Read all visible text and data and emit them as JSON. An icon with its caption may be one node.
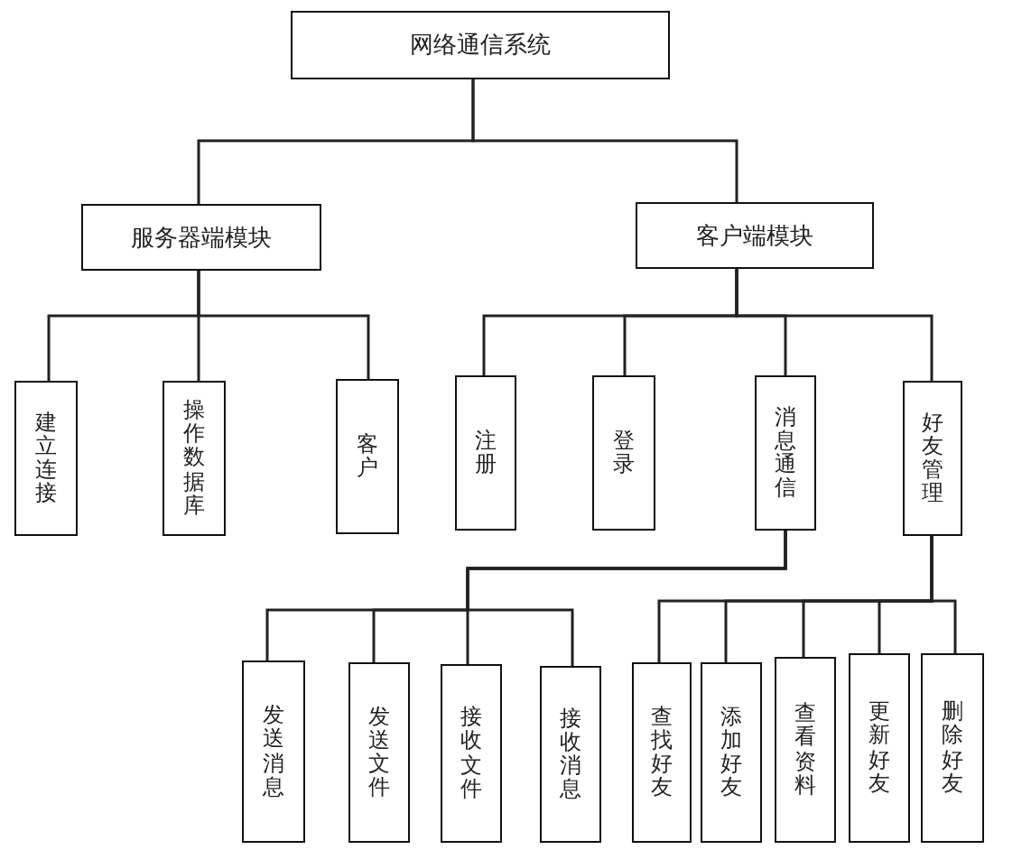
{
  "diagram": {
    "nodes": [
      {
        "text": [
          "网络通信系统"
        ]
      },
      {
        "text": [
          "服务器端模块"
        ]
      },
      {
        "text": [
          "客户端模块"
        ]
      },
      {
        "text": [
          "建立连接"
        ]
      },
      {
        "text": [
          "操作数据库"
        ]
      },
      {
        "text": [
          "客户"
        ]
      },
      {
        "text": [
          "注册"
        ]
      },
      {
        "text": [
          "登录"
        ]
      },
      {
        "text": [
          "消息通信"
        ]
      },
      {
        "text": [
          "好友管理"
        ]
      },
      {
        "text": [
          "发送消息"
        ]
      },
      {
        "text": [
          "发送文件"
        ]
      },
      {
        "text": [
          "接收文件"
        ]
      },
      {
        "text": [
          "接收消息"
        ]
      },
      {
        "text": [
          "查找好友"
        ]
      },
      {
        "text": [
          "添加好友"
        ]
      },
      {
        "text": [
          "查看资料"
        ]
      },
      {
        "text": [
          "更新好友"
        ]
      },
      {
        "text": [
          "删除好友"
        ]
      }
    ],
    "edges": [
      {
        "from": 0,
        "to": 1,
        "arrow": "none"
      },
      {
        "from": 0,
        "to": 2,
        "arrow": "none"
      },
      {
        "from": 1,
        "to": 3,
        "arrow": "none"
      },
      {
        "from": 1,
        "to": 4,
        "arrow": "none"
      },
      {
        "from": 1,
        "to": 5,
        "arrow": "none"
      },
      {
        "from": 2,
        "to": 6,
        "arrow": "none"
      },
      {
        "from": 2,
        "to": 7,
        "arrow": "none"
      },
      {
        "from": 2,
        "to": 8,
        "arrow": "none"
      },
      {
        "from": 2,
        "to": 9,
        "arrow": "none"
      },
      {
        "from": 8,
        "to": 10,
        "arrow": "none"
      },
      {
        "from": 8,
        "to": 11,
        "arrow": "none"
      },
      {
        "from": 8,
        "to": 12,
        "arrow": "none"
      },
      {
        "from": 8,
        "to": 13,
        "arrow": "none"
      },
      {
        "from": 9,
        "to": 14,
        "arrow": "none"
      },
      {
        "from": 9,
        "to": 15,
        "arrow": "none"
      },
      {
        "from": 9,
        "to": 16,
        "arrow": "none"
      },
      {
        "from": 9,
        "to": 17,
        "arrow": "none"
      },
      {
        "from": 9,
        "to": 18,
        "arrow": "none"
      }
    ]
  }
}
